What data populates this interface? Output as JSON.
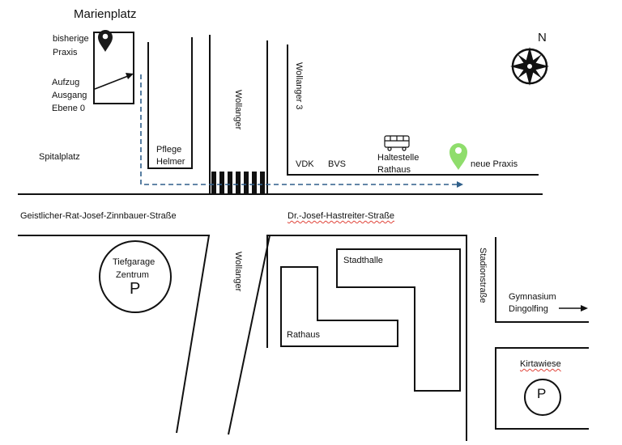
{
  "map": {
    "title": "Marienplatz",
    "north": "N",
    "old_practice": [
      "bisherige",
      "Praxis"
    ],
    "elevator": [
      "Aufzug",
      "Ausgang",
      "Ebene 0"
    ],
    "spitalplatz": "Spitalplatz",
    "pflege": [
      "Pflege",
      "Helmer"
    ],
    "wollanger": "Wollanger",
    "wollanger3": "Wollanger 3",
    "vdk": "VDK",
    "bvs": "BVS",
    "bus_stop": [
      "Haltestelle",
      "Rathaus"
    ],
    "new_practice": "neue Praxis",
    "street_left": "Geistlicher-Rat-Josef-Zinnbauer-Straße",
    "street_right": "Dr.-Josef-Hastreiter-Straße",
    "garage": [
      "Tiefgarage",
      "Zentrum"
    ],
    "parking_symbol": "P",
    "stadthalle": "Stadthalle",
    "rathaus": "Rathaus",
    "stadionstrasse": "Stadionstraße",
    "gymnasium": [
      "Gymnasium",
      "Dingolfing"
    ],
    "kirtawiese": "Kirtawiese",
    "colors": {
      "old_pin": "#1a1a1a",
      "new_pin": "#8fdd6c",
      "route": "#2f5f8a",
      "lines": "#111111",
      "spellcheck": "#e0443a"
    },
    "icons": [
      "map-pin-icon",
      "compass-icon",
      "bus-icon",
      "parking-icon",
      "arrow-right-icon"
    ]
  }
}
